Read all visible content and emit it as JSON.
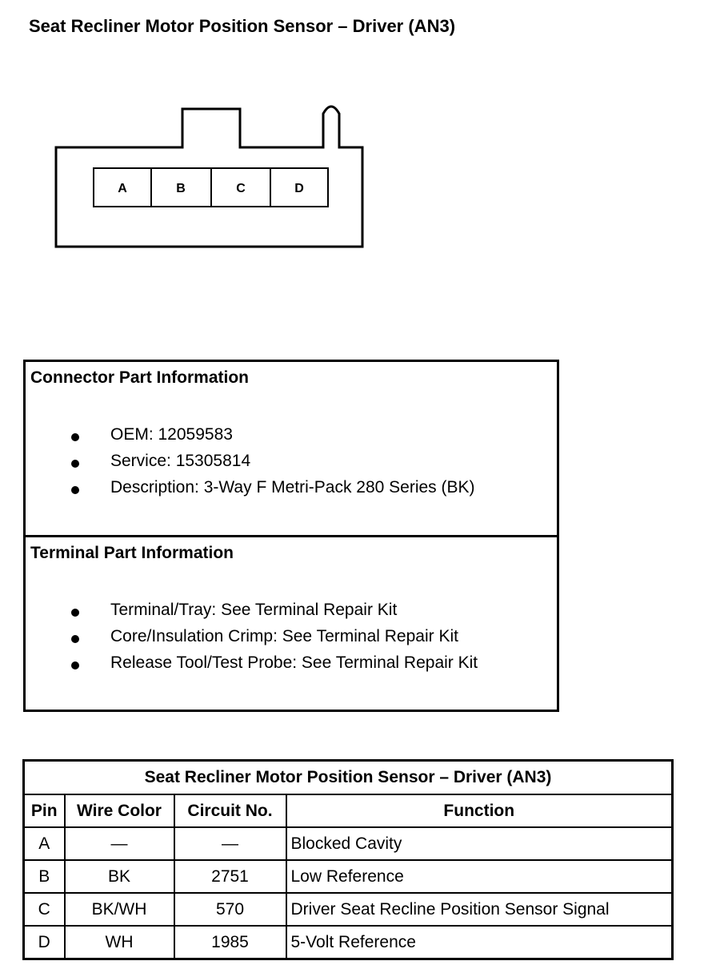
{
  "title": "Seat Recliner Motor Position Sensor – Driver (AN3)",
  "connector": {
    "cavities": [
      "A",
      "B",
      "C",
      "D"
    ]
  },
  "connector_part_info": {
    "heading": "Connector Part Information",
    "items": [
      "OEM: 12059583",
      "Service: 15305814",
      "Description: 3-Way F Metri-Pack 280 Series (BK)"
    ]
  },
  "terminal_part_info": {
    "heading": "Terminal Part Information",
    "items": [
      "Terminal/Tray: See Terminal Repair Kit",
      "Core/Insulation Crimp: See Terminal Repair Kit",
      "Release Tool/Test Probe: See Terminal Repair Kit"
    ]
  },
  "pin_table": {
    "caption": "Seat Recliner Motor Position Sensor – Driver (AN3)",
    "headers": [
      "Pin",
      "Wire Color",
      "Circuit No.",
      "Function"
    ],
    "rows": [
      [
        "A",
        "—",
        "—",
        "Blocked Cavity"
      ],
      [
        "B",
        "BK",
        "2751",
        "Low Reference"
      ],
      [
        "C",
        "BK/WH",
        "570",
        "Driver Seat Recline Position Sensor Signal"
      ],
      [
        "D",
        "WH",
        "1985",
        "5-Volt Reference"
      ]
    ]
  }
}
